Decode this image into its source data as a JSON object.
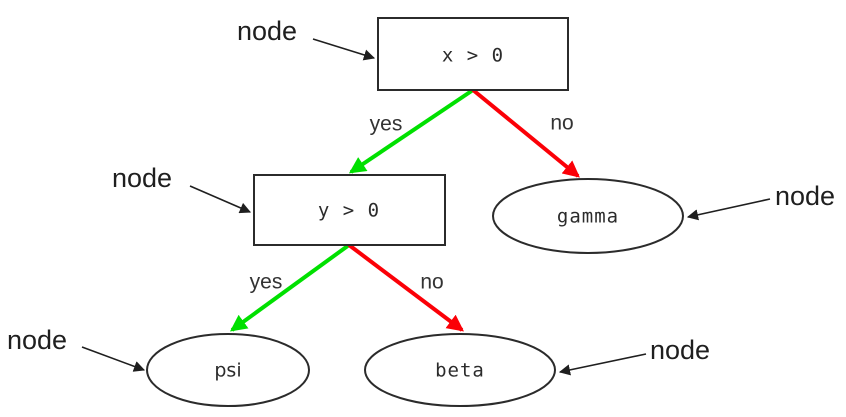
{
  "diagram": {
    "type": "decision-tree",
    "background_color": "#ffffff",
    "colors": {
      "yes_edge": "#00e000",
      "no_edge": "#fb0007",
      "node_stroke": "#2b2b2b",
      "annotation": "#1f1f1f"
    },
    "nodes": [
      {
        "id": "root",
        "shape": "rectangle",
        "label": "x > 0"
      },
      {
        "id": "inner",
        "shape": "rectangle",
        "label": "y > 0"
      },
      {
        "id": "gamma",
        "shape": "ellipse",
        "label": "gamma"
      },
      {
        "id": "psi",
        "shape": "ellipse",
        "label": "psi"
      },
      {
        "id": "beta",
        "shape": "ellipse",
        "label": "beta"
      }
    ],
    "edges": [
      {
        "from": "root",
        "to": "inner",
        "label": "yes",
        "color": "#00e000"
      },
      {
        "from": "root",
        "to": "gamma",
        "label": "no",
        "color": "#fb0007"
      },
      {
        "from": "inner",
        "to": "psi",
        "label": "yes",
        "color": "#00e000"
      },
      {
        "from": "inner",
        "to": "beta",
        "label": "no",
        "color": "#fb0007"
      }
    ],
    "annotations": [
      {
        "id": "anno-root",
        "label": "node",
        "target": "root"
      },
      {
        "id": "anno-inner",
        "label": "node",
        "target": "inner"
      },
      {
        "id": "anno-gamma",
        "label": "node",
        "target": "gamma"
      },
      {
        "id": "anno-psi",
        "label": "node",
        "target": "psi"
      },
      {
        "id": "anno-beta",
        "label": "node",
        "target": "beta"
      }
    ]
  }
}
